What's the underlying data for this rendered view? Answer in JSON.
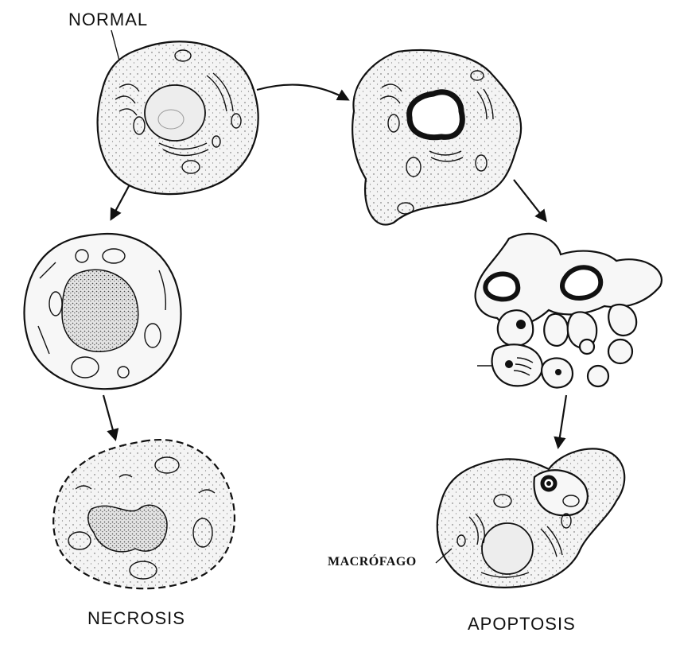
{
  "labels": {
    "normal": "NORMAL",
    "necrosis": "NECROSIS",
    "apoptosis": "APOPTOSIS",
    "macrofago": "MACRÓFAGO"
  },
  "colors": {
    "ink": "#111111",
    "cytoplasm": "#f2f2f2",
    "nucleus": "#e6e6e6",
    "background": "#ffffff"
  }
}
